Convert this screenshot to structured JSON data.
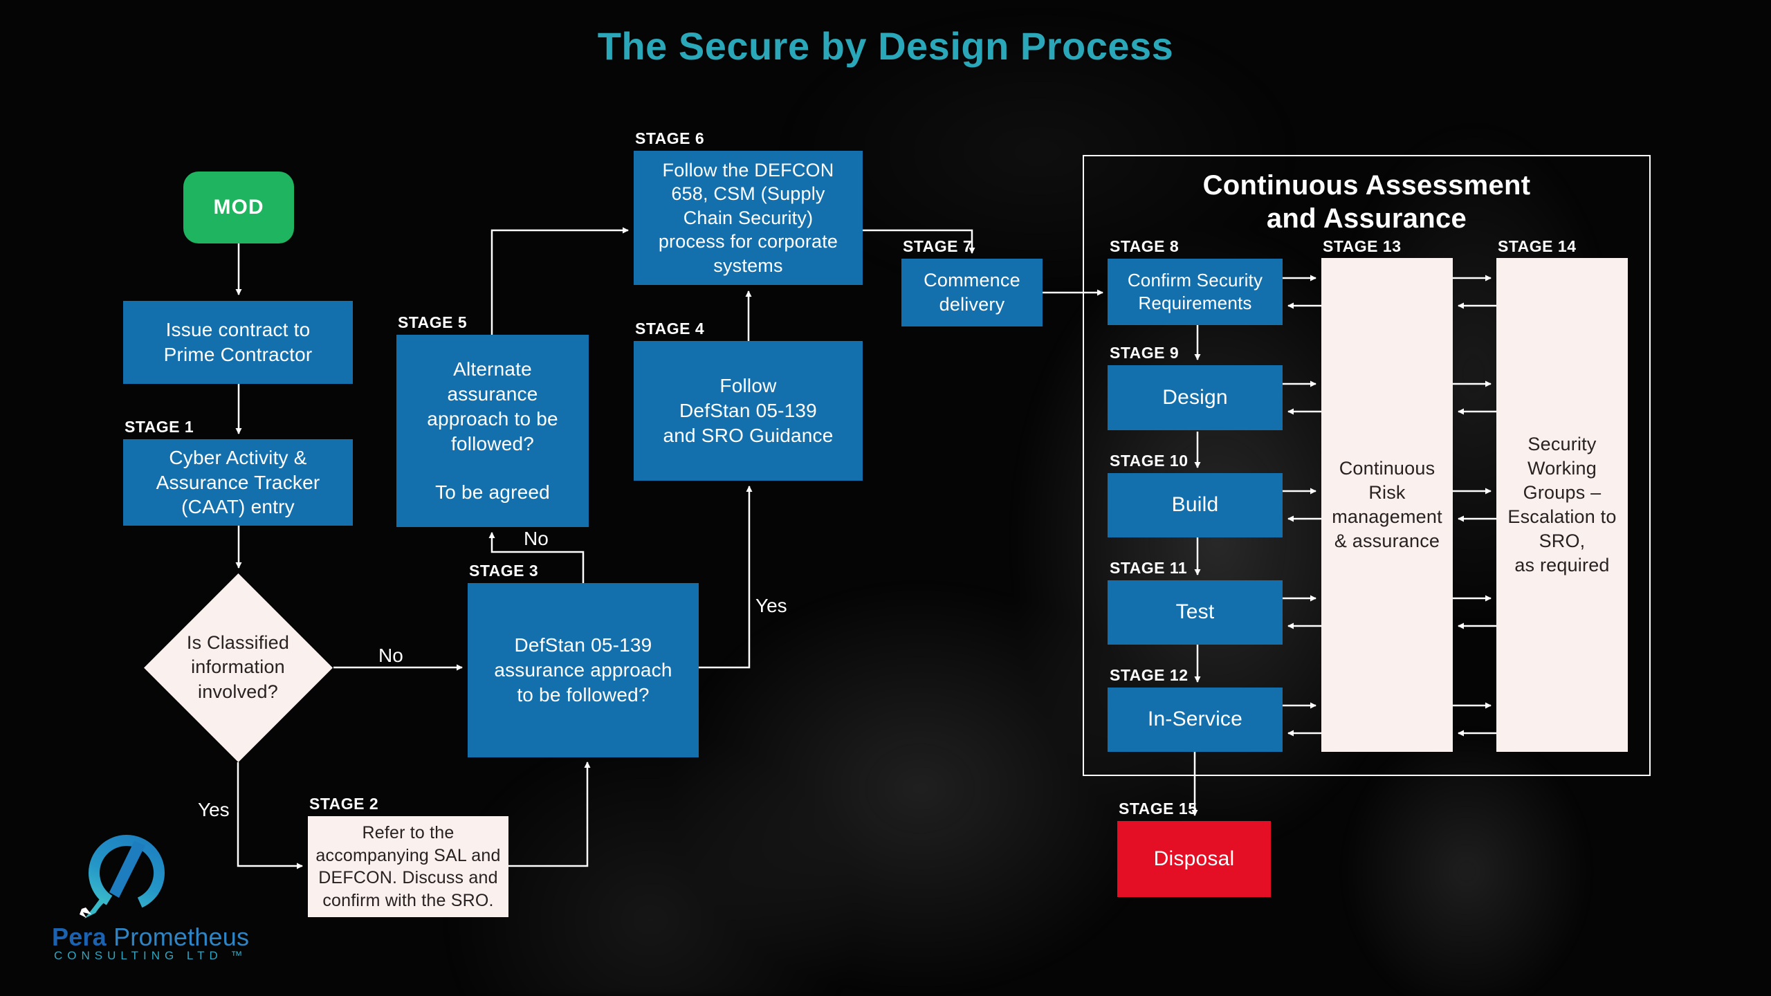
{
  "page": {
    "title": "The Secure by Design Process"
  },
  "colors": {
    "background": "#050505",
    "title_teal": "#2aa7b8",
    "box_blue": "#1470ac",
    "box_green": "#1fb45f",
    "box_red": "#e40f24",
    "box_cream": "#faf0ee",
    "dark_text": "#272121",
    "line_white": "#ffffff"
  },
  "nodes": {
    "mod": {
      "label": "MOD"
    },
    "issue_contract": {
      "text": "Issue contract to\nPrime Contractor"
    },
    "stage1": {
      "stage": "STAGE 1",
      "text": "Cyber Activity &\nAssurance Tracker\n(CAAT) entry"
    },
    "classified_decision": {
      "text": "Is Classified\ninformation\ninvolved?"
    },
    "stage2": {
      "stage": "STAGE 2",
      "text": "Refer to the\naccompanying SAL and\nDEFCON. Discuss and\nconfirm with the SRO."
    },
    "stage3": {
      "stage": "STAGE 3",
      "text": "DefStan 05-139\nassurance approach\nto be followed?"
    },
    "stage4": {
      "stage": "STAGE 4",
      "text": "Follow\nDefStan 05-139\nand SRO Guidance"
    },
    "stage5": {
      "stage": "STAGE 5",
      "text_question": "Alternate\nassurance\napproach to be\nfollowed?",
      "text_note": "To be agreed"
    },
    "stage6": {
      "stage": "STAGE 6",
      "text": "Follow the DEFCON\n658, CSM (Supply\nChain Security)\nprocess for corporate\nsystems"
    },
    "stage7": {
      "stage": "STAGE 7",
      "text": "Commence\ndelivery"
    },
    "stage8": {
      "stage": "STAGE 8",
      "text": "Confirm Security\nRequirements"
    },
    "stage9": {
      "stage": "STAGE 9",
      "text": "Design"
    },
    "stage10": {
      "stage": "STAGE 10",
      "text": "Build"
    },
    "stage11": {
      "stage": "STAGE 11",
      "text": "Test"
    },
    "stage12": {
      "stage": "STAGE 12",
      "text": "In-Service"
    },
    "stage13": {
      "stage": "STAGE 13",
      "text": "Continuous\nRisk\nmanagement\n& assurance"
    },
    "stage14": {
      "stage": "STAGE 14",
      "text": "Security\nWorking\nGroups –\nEscalation to\nSRO,\nas required"
    },
    "stage15": {
      "stage": "STAGE 15",
      "text": "Disposal"
    }
  },
  "edge_labels": {
    "diamond_no": "No",
    "diamond_yes": "Yes",
    "stage3_no": "No",
    "stage3_yes": "Yes"
  },
  "assurance_container": {
    "title_line1": "Continuous Assessment",
    "title_line2": "and Assurance"
  },
  "logo": {
    "name_bold": "Pera",
    "name_light": " Prometheus",
    "subtitle": "CONSULTING LTD ™"
  }
}
